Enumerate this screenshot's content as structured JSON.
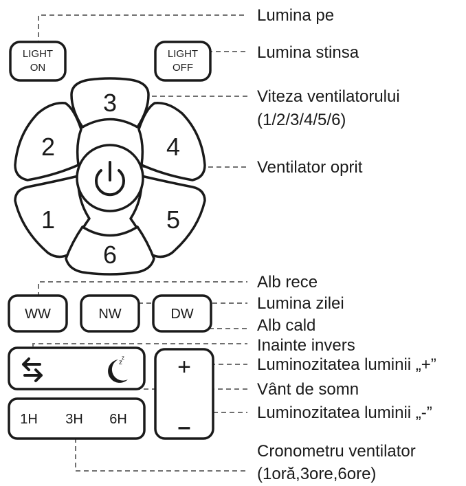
{
  "remote": {
    "light_on": {
      "line1": "LIGHT",
      "line2": "ON"
    },
    "light_off": {
      "line1": "LIGHT",
      "line2": "OFF"
    },
    "speeds": {
      "s1": "1",
      "s2": "2",
      "s3": "3",
      "s4": "4",
      "s5": "5",
      "s6": "6"
    },
    "color_modes": {
      "ww": "WW",
      "nw": "NW",
      "dw": "DW"
    },
    "plus": "+",
    "minus": "–",
    "timers": {
      "t1": "1H",
      "t3": "3H",
      "t6": "6H"
    },
    "icons": {
      "power": "power-icon",
      "reverse": "reverse-arrows-icon",
      "sleep": "moon-sleep-icon"
    }
  },
  "labels": {
    "light_on": "Lumina pe",
    "light_off": "Lumina stinsa",
    "fan_speed_line1": "Viteza ventilatorului",
    "fan_speed_line2": "(1/2/3/4/5/6)",
    "fan_off": "Ventilator oprit",
    "cool_white": "Alb rece",
    "daylight": "Lumina zilei",
    "warm_white": "Alb cald",
    "forward_reverse": "Inainte invers",
    "brightness_plus": "Luminozitatea luminii „+”",
    "sleep_wind": "Vânt de somn",
    "brightness_minus": "Luminozitatea luminii „-”",
    "timer_line1": "Cronometru ventilator",
    "timer_line2": "(1oră,3ore,6ore)"
  }
}
